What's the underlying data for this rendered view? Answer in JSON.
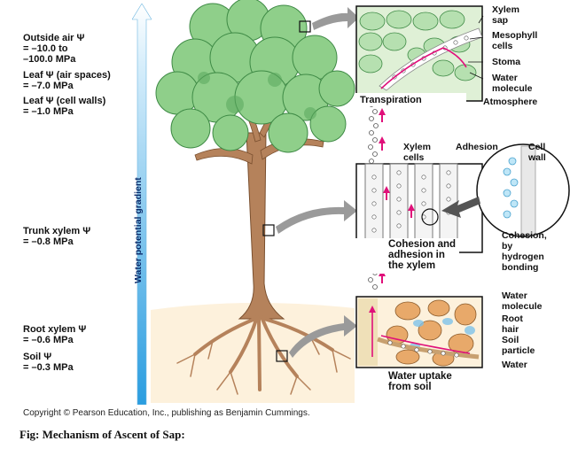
{
  "left_labels": {
    "outside_air": "Outside air Ψ\n= –10.0 to\n–100.0 MPa",
    "leaf_air": "Leaf Ψ (air spaces)\n= –7.0 MPa",
    "leaf_walls": "Leaf Ψ (cell walls)\n= –1.0 MPa",
    "trunk_xylem": "Trunk xylem Ψ\n= –0.8 MPa",
    "root_xylem": "Root xylem Ψ\n= –0.6 MPa",
    "soil": "Soil Ψ\n= –0.3 MPa"
  },
  "gradient_label": "Water potential gradient",
  "panels": {
    "top": {
      "title": "Transpiration",
      "labels": {
        "xylem_sap": "Xylem\nsap",
        "mesophyll": "Mesophyll\ncells",
        "stoma": "Stoma",
        "water_molecule": "Water\nmolecule",
        "atmosphere": "Atmosphere"
      }
    },
    "middle": {
      "title": "Cohesion and\nadhesion in\nthe xylem",
      "labels": {
        "xylem_cells": "Xylem\ncells",
        "adhesion": "Adhesion",
        "cell_wall": "Cell\nwall",
        "cohesion": "Cohesion,\nby\nhydrogen\nbonding"
      }
    },
    "bottom": {
      "title": "Water uptake\nfrom soil",
      "labels": {
        "water_molecule": "Water\nmolecule",
        "root_hair": "Root\nhair",
        "soil_particle": "Soil\nparticle",
        "water": "Water"
      }
    }
  },
  "copyright": "Copyright © Pearson Education, Inc., publishing as Benjamin Cummings.",
  "caption": "Fig: Mechanism of Ascent of Sap:",
  "colors": {
    "gradient_top": "#ffffff",
    "gradient_bottom": "#2a9de0",
    "foliage": "#8fcf8a",
    "trunk": "#b5825b",
    "soil": "#fdf1dc",
    "flow_arrow": "#e0107a"
  }
}
